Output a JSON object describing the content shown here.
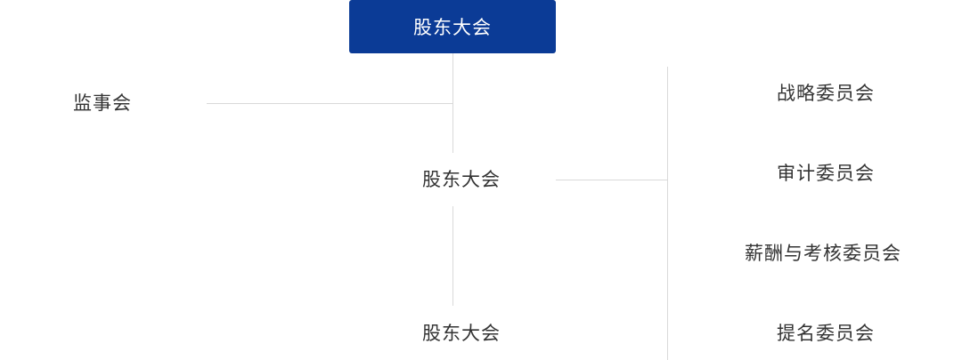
{
  "top_node": {
    "label": "股东大会"
  },
  "left_node": {
    "label": "监事会"
  },
  "middle_node": {
    "label": "股东大会"
  },
  "bottom_node": {
    "label": "股东大会"
  },
  "committees": [
    {
      "label": "战略委员会"
    },
    {
      "label": "审计委员会"
    },
    {
      "label": "薪酬与考核委员会"
    },
    {
      "label": "提名委员会"
    }
  ],
  "colors": {
    "top_box": "#0b3b96",
    "lines": "#d9d9d9",
    "text": "#333333"
  }
}
